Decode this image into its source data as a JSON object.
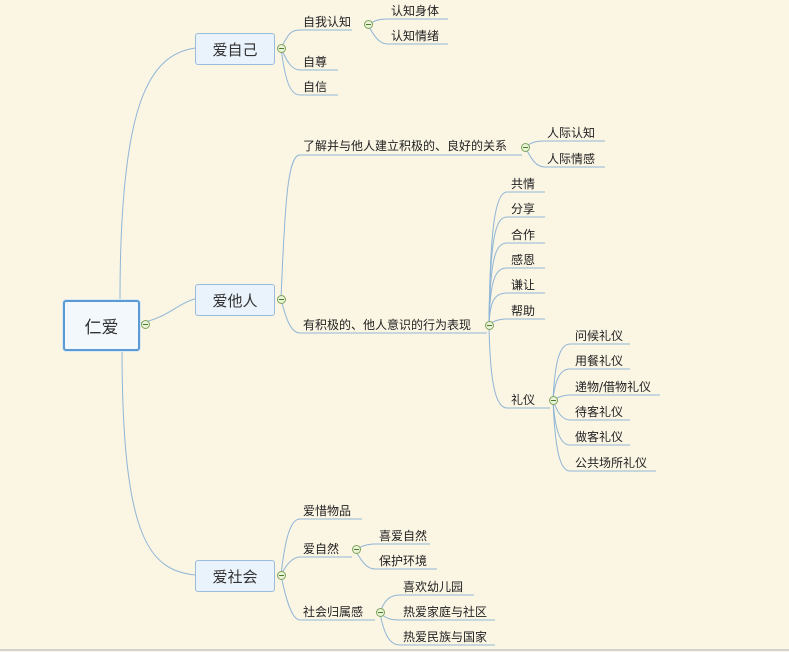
{
  "root": {
    "label": "仁爱"
  },
  "branches": {
    "self": {
      "label": "爱自己",
      "children": {
        "cognition": {
          "label": "自我认知",
          "children": [
            "认知身体",
            "认知情绪"
          ]
        },
        "respect": {
          "label": "自尊"
        },
        "confidence": {
          "label": "自信"
        }
      }
    },
    "others": {
      "label": "爱他人",
      "children": {
        "relations": {
          "label": "了解并与他人建立积极的、良好的关系",
          "children": [
            "人际认知",
            "人际情感"
          ]
        },
        "behavior": {
          "label": "有积极的、他人意识的行为表现",
          "children": [
            "共情",
            "分享",
            "合作",
            "感恩",
            "谦让",
            "帮助"
          ],
          "etiquette": {
            "label": "礼仪",
            "children": [
              "问候礼仪",
              "用餐礼仪",
              "递物/借物礼仪",
              "待客礼仪",
              "做客礼仪",
              "公共场所礼仪"
            ]
          }
        }
      }
    },
    "society": {
      "label": "爱社会",
      "children": {
        "cherish": {
          "label": "爱惜物品"
        },
        "nature": {
          "label": "爱自然",
          "children": [
            "喜爱自然",
            "保护环境"
          ]
        },
        "belonging": {
          "label": "社会归属感",
          "children": [
            "喜欢幼儿园",
            "热爱家庭与社区",
            "热爱民族与国家"
          ]
        }
      }
    }
  },
  "colors": {
    "background": "#fbf5e4",
    "connector": "#8fb6d6",
    "root_border": "#5b9bd3",
    "collapse_icon": "#7ea35a"
  }
}
